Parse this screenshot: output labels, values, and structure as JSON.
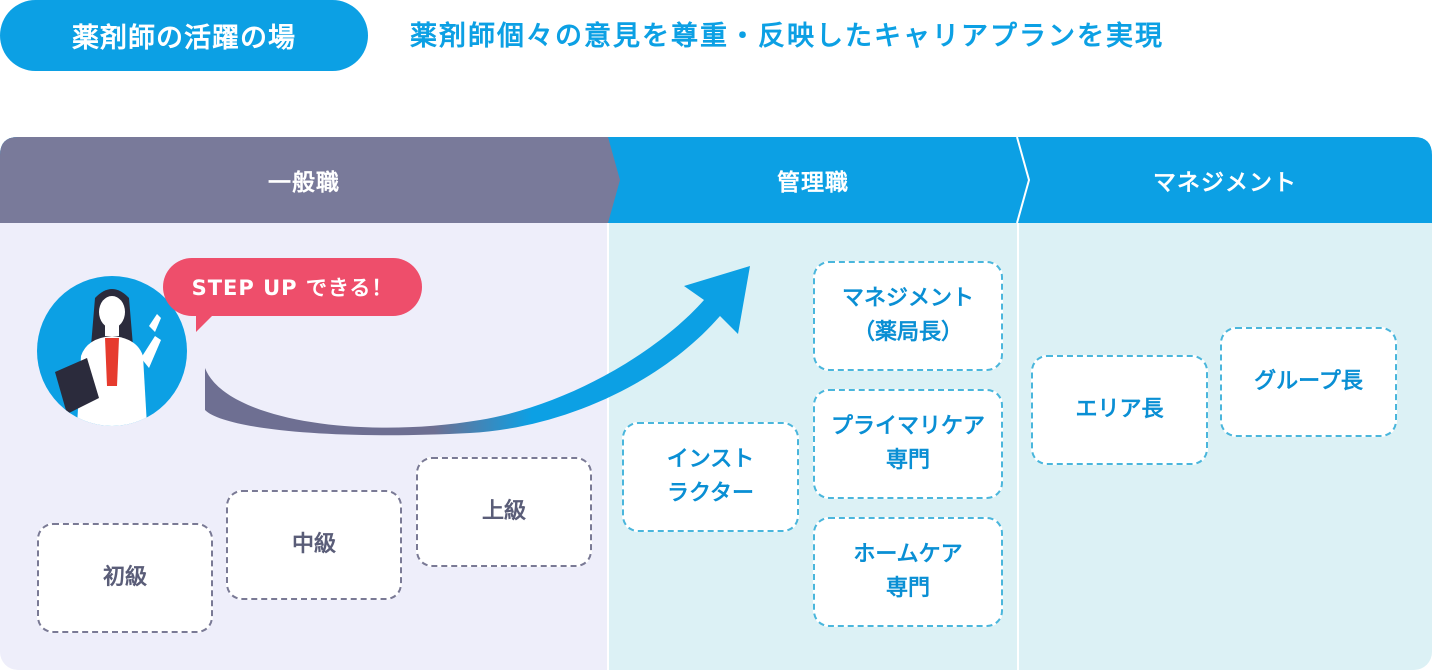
{
  "header": {
    "badge": "薬剤師の活躍の場",
    "headline": "薬剤師個々の意見を尊重・反映したキャリアプランを実現"
  },
  "columns": [
    {
      "title": "一般職"
    },
    {
      "title": "管理職"
    },
    {
      "title": "マネジメント"
    }
  ],
  "callout": "STEP UP できる！",
  "general_levels": [
    "初級",
    "中級",
    "上級"
  ],
  "manager_roles": {
    "instructor": "インスト\nラクター",
    "management": "マネジメント\n（薬局長）",
    "primary_care": "プライマリケア\n専門",
    "home_care": "ホームケア\n専門"
  },
  "management_roles": {
    "area": "エリア長",
    "group": "グループ長"
  },
  "colors": {
    "primary_blue": "#0ca0e4",
    "general_header": "#797a9a",
    "callout_pink": "#ee4e6b",
    "general_bg": "#eeeefa",
    "manager_bg": "#dcf1f5"
  }
}
